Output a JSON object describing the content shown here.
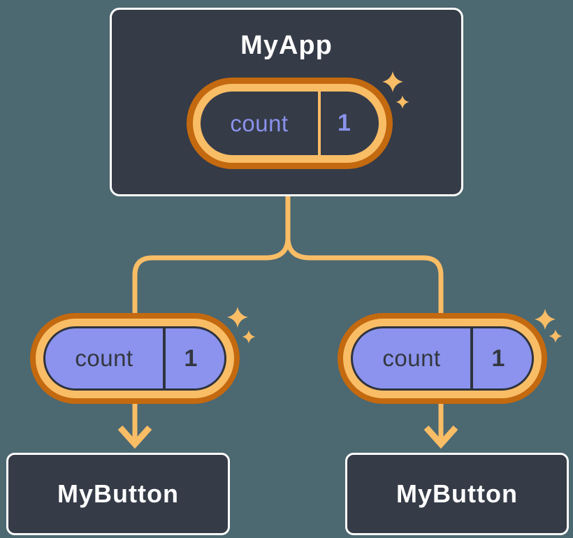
{
  "colors": {
    "background": "#4C6871",
    "node_fill": "#353B47",
    "node_border": "#FFFFFF",
    "accent_orange_light": "#F9BD66",
    "accent_orange_dark": "#C3690F",
    "state_purple_fill": "#8B93EE",
    "state_purple_text": "#8A92EC",
    "state_dark_text": "#33373F",
    "title_text": "#FFFFFF"
  },
  "diagram": {
    "type": "component-tree",
    "root": {
      "title": "MyApp",
      "state": {
        "name": "count",
        "value": "1"
      },
      "highlighted": true
    },
    "children": [
      {
        "title": "MyButton",
        "state": {
          "name": "count",
          "value": "1"
        },
        "highlighted": true
      },
      {
        "title": "MyButton",
        "state": {
          "name": "count",
          "value": "1"
        },
        "highlighted": true
      }
    ]
  }
}
